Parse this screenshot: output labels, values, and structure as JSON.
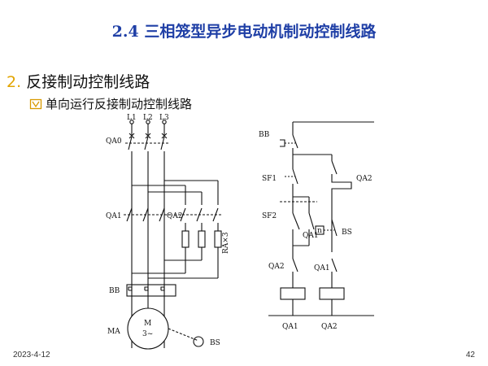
{
  "slide": {
    "title": "2.4 三相笼型异步电动机制动控制线路",
    "section_number": "2.",
    "section_title": "反接制动控制线路",
    "subsection_title": "单向运行反接制动控制线路",
    "subsection_icon": "checkbox-triangle-icon",
    "date": "2023-4-12",
    "page_number": "42",
    "accent_color": "#1f3fa6",
    "number_color": "#e2a400"
  },
  "main_circuit": {
    "phase_labels": [
      "L1",
      "L2",
      "L3"
    ],
    "breaker_label": "QA0",
    "contactor_labels": [
      "QA1",
      "QA2"
    ],
    "resistor_label": "RA×3",
    "relay_label": "BB",
    "motor_ref": "MA",
    "motor_symbol": "M",
    "motor_phase": "3~",
    "speed_relay_label": "BS"
  },
  "control_circuit": {
    "relay_contact_label": "BB",
    "stop_button_label": "SF1",
    "start_button_label": "SF2",
    "holding_contacts": [
      "QA1",
      "QA2"
    ],
    "speed_contact_label": "BS",
    "speed_symbol": "n",
    "interlock_contacts": [
      "QA2",
      "QA1"
    ],
    "coil_labels": [
      "QA1",
      "QA2"
    ]
  }
}
